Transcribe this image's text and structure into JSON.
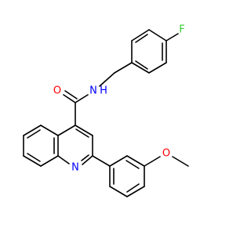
{
  "molecule": {
    "atoms": {
      "F": "F",
      "O_carbonyl": "O",
      "N_amide": "N",
      "H_amide": "H",
      "N_ring": "N",
      "O_methoxy": "O"
    },
    "colors": {
      "F": "#33cc33",
      "O": "#ff0000",
      "N": "#0000ff",
      "bond": "#000000"
    }
  }
}
